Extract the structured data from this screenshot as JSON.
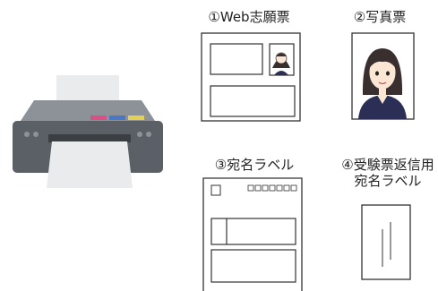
{
  "items": [
    {
      "label": "①Web志願票"
    },
    {
      "label": "②写真票"
    },
    {
      "label": "③宛名ラベル"
    },
    {
      "label_line1": "④受験票返信用",
      "label_line2": "宛名ラベル"
    }
  ],
  "colors": {
    "printer_body": "#5b6066",
    "printer_top": "#8d9299",
    "paper": "#e9ebec",
    "ink_magenta": "#d94f86",
    "ink_blue": "#4a78c9",
    "ink_yellow": "#e3d153",
    "stroke": "#333333"
  },
  "icons": [
    "printer-icon",
    "web-application-form-icon",
    "photo-card-icon",
    "address-label-icon",
    "return-envelope-label-icon"
  ]
}
